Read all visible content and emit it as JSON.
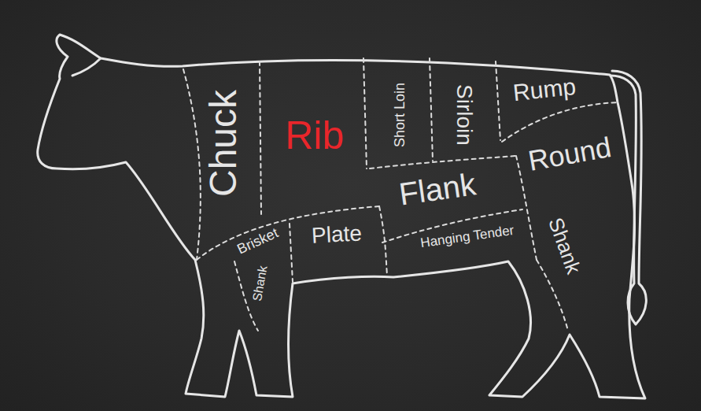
{
  "diagram": {
    "labels": [
      "Chuck",
      "Rib",
      "Short Loin",
      "Sirloin",
      "Rump",
      "Round",
      "Flank",
      "Brisket",
      "Plate",
      "Hanging Tender",
      "Shank",
      "Shank"
    ]
  }
}
